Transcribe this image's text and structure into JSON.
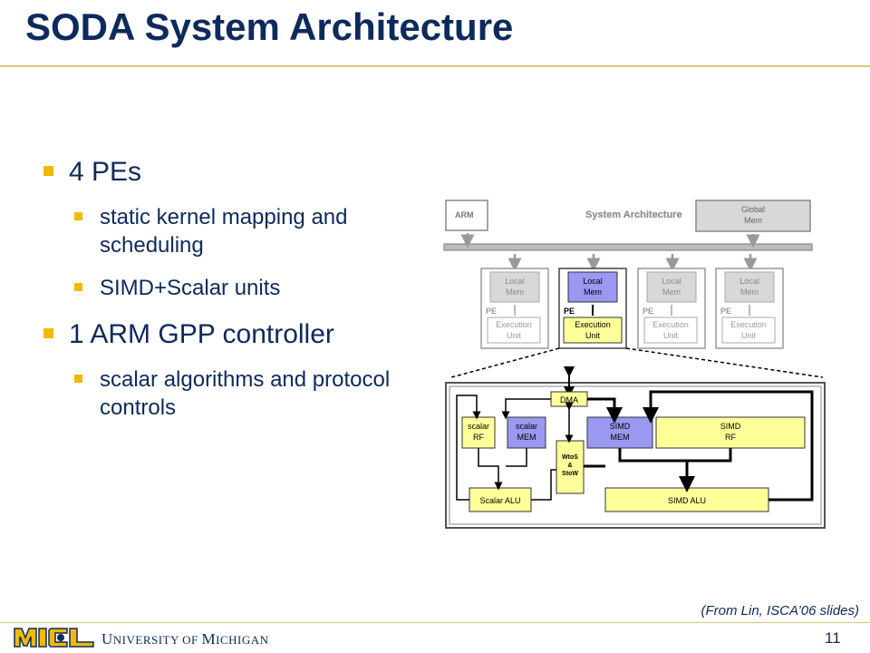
{
  "slide": {
    "title": "SODA System Architecture",
    "page_number": "11",
    "credit": "(From Lin, ISCA’06 slides)"
  },
  "bullets": [
    {
      "text": "4 PEs",
      "sub": [
        "static kernel mapping and scheduling",
        "SIMD+Scalar units"
      ]
    },
    {
      "text": "1 ARM GPP controller",
      "sub": [
        "scalar algorithms and protocol controls"
      ]
    }
  ],
  "footer": {
    "logo_text": "MICL",
    "university_cap1": "U",
    "university_rest1": "NIVERSITY OF ",
    "university_cap2": "M",
    "university_rest2": "ICHIGAN"
  },
  "diagram": {
    "system_title": "System Architecture",
    "arm": "ARM",
    "global_mem_line1": "Global",
    "global_mem_line2": "Mem",
    "pe_label": "PE",
    "local_line1": "Local",
    "local_line2": "Mem",
    "exec_line1": "Execution",
    "exec_line2": "Unit",
    "dma": "DMA",
    "scalar_rf_line1": "scalar",
    "scalar_rf_line2": "RF",
    "scalar_mem_line1": "scalar",
    "scalar_mem_line2": "MEM",
    "simd_mem_line1": "SIMD",
    "simd_mem_line2": "MEM",
    "simd_rf_line1": "SIMD",
    "simd_rf_line2": "RF",
    "wtos_line1": "WtoS",
    "wtos_line2": "&",
    "wtos_line3": "StoW",
    "scalar_alu": "Scalar ALU",
    "simd_alu": "SIMD ALU",
    "colors": {
      "active_mem": "#9a98f0",
      "active_exec": "#ffff9a",
      "simd_yellow": "#ffff9a",
      "inactive": "#d8d8d8",
      "title_gold": "#f2b900",
      "text_navy": "#0d2a5c"
    }
  }
}
